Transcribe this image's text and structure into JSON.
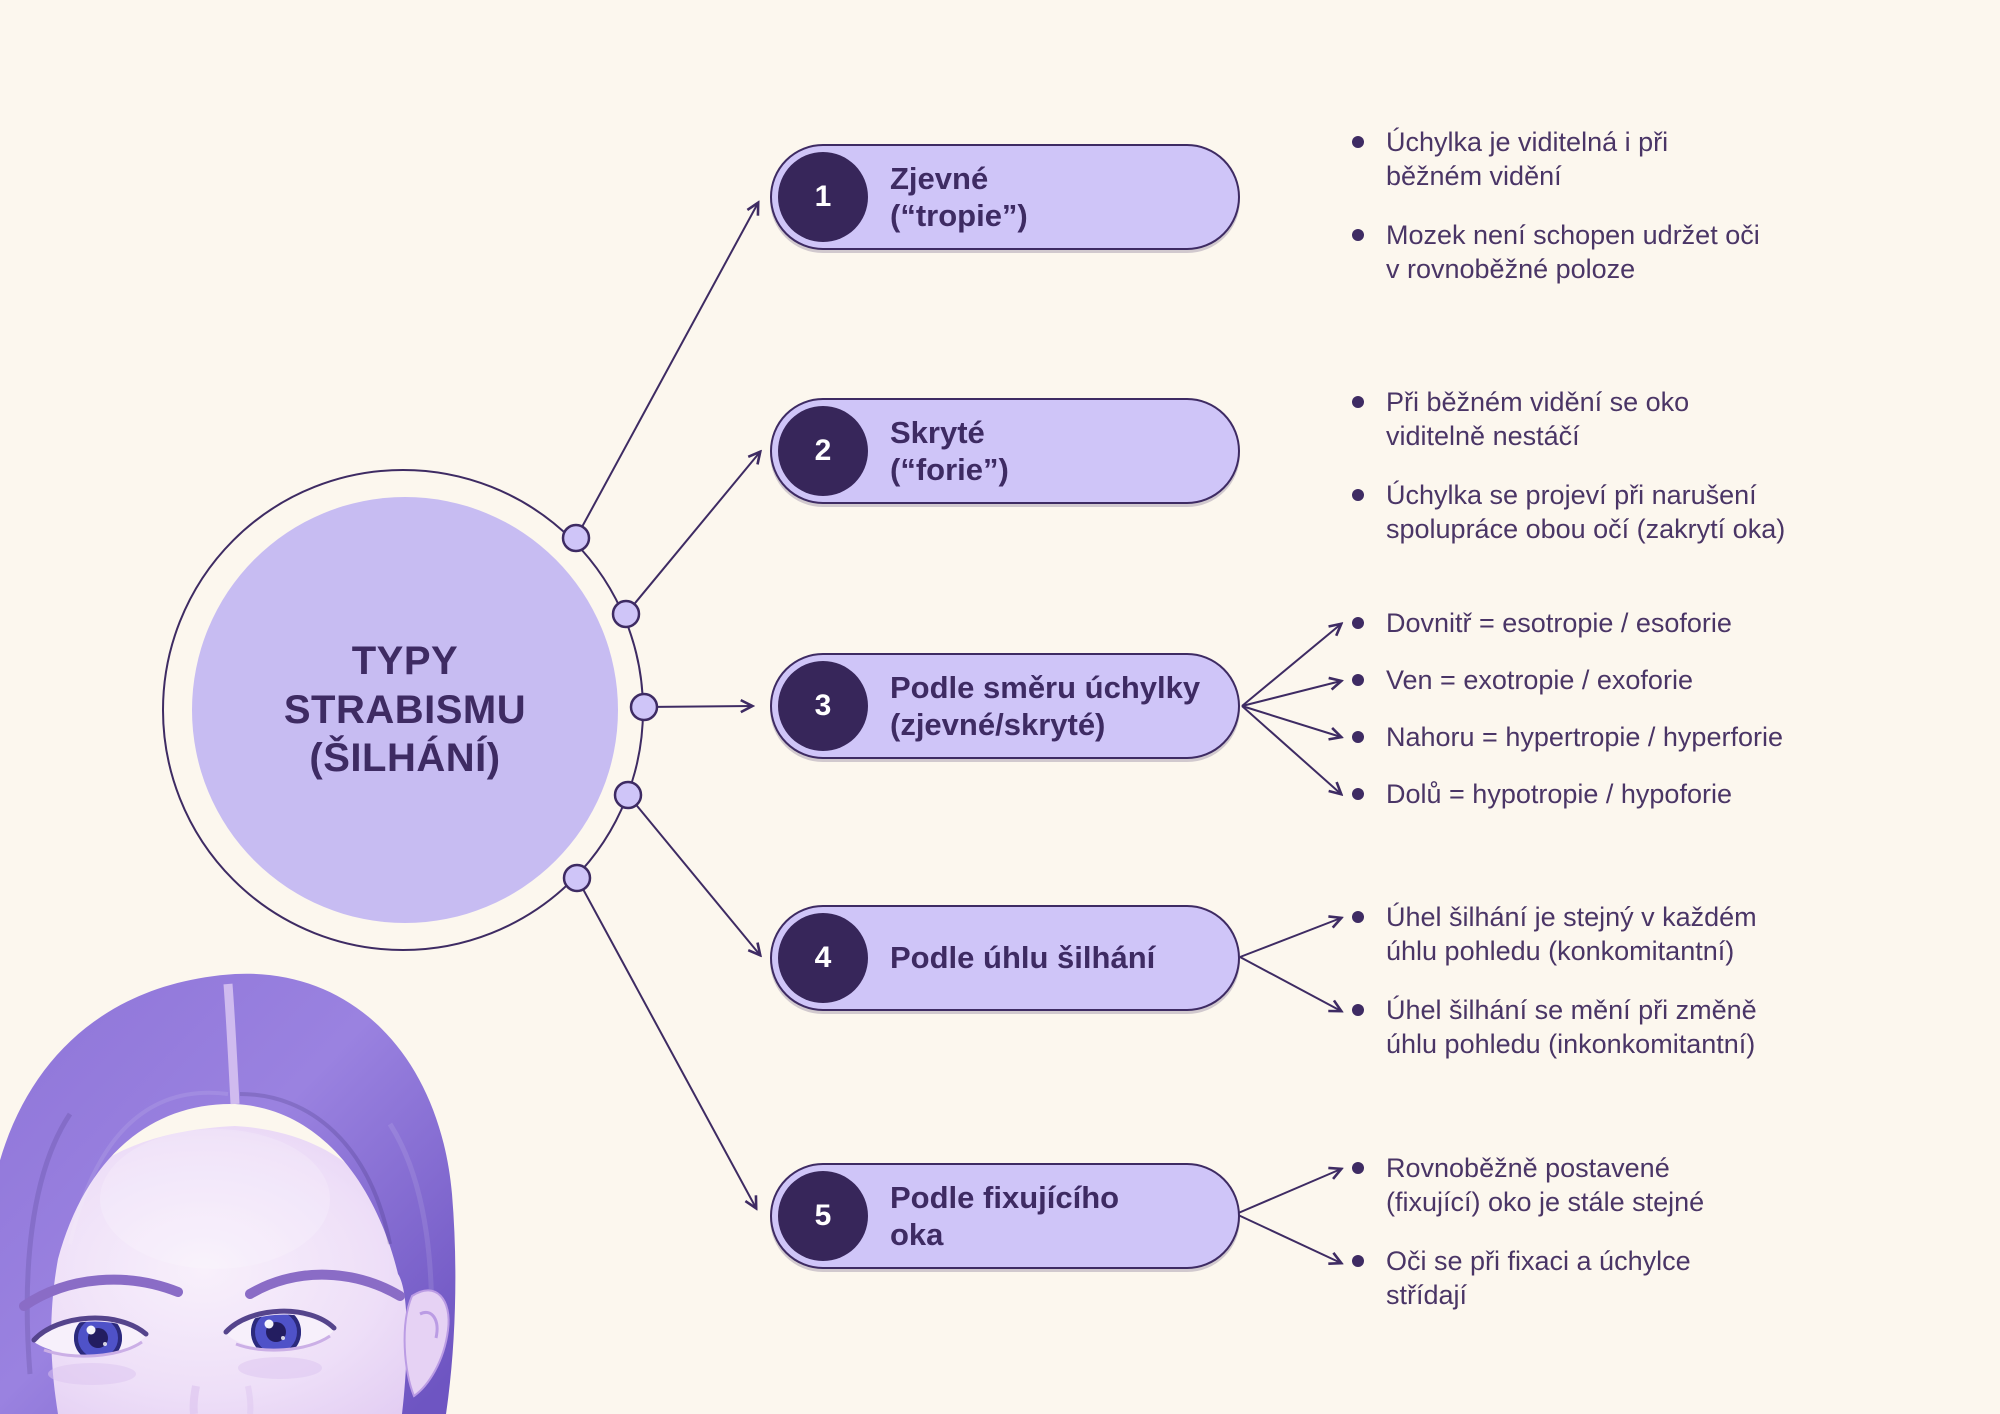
{
  "center": {
    "title": "TYPY\nSTRABISMU\n(ŠILHÁNÍ)"
  },
  "branches": [
    {
      "number": "1",
      "title": "Zjevné\n(“tropie”)",
      "bullets": [
        "Úchylka je viditelná i při\nběžném vidění",
        "Mozek není schopen udržet oči\nv rovnoběžné poloze"
      ]
    },
    {
      "number": "2",
      "title": "Skryté\n(“forie”)",
      "bullets": [
        "Při běžném vidění se oko\nviditelně nestáčí",
        "Úchylka se projeví při narušení\nspolupráce obou očí (zakrytí oka)"
      ]
    },
    {
      "number": "3",
      "title": "Podle směru úchylky\n(zjevné/skryté)",
      "bullets": [
        "Dovnitř = esotropie / esoforie",
        "Ven = exotropie / exoforie",
        "Nahoru = hypertropie / hyperforie",
        "Dolů = hypotropie / hypoforie"
      ]
    },
    {
      "number": "4",
      "title": "Podle úhlu šilhání",
      "bullets": [
        "Úhel šilhání je stejný v každém\núhlu pohledu (konkomitantní)",
        "Úhel šilhání se mění při změně\núhlu pohledu (inkonkomitantní)"
      ]
    },
    {
      "number": "5",
      "title": "Podle fixujícího\noka",
      "bullets": [
        "Rovnoběžně postavené\n(fixující) oko je stále stejné",
        "Oči se při fixaci a úchylce\nstřídají"
      ]
    }
  ],
  "colors": {
    "background": "#fcf7ee",
    "pill_fill": "#cfc5f8",
    "outline": "#3e2b63",
    "number_circle": "#37265a",
    "number_text": "#ffffff",
    "heading_text": "#3e2b63",
    "body_text": "#4a3566",
    "center_circle_fill": "#c7bcf2"
  }
}
